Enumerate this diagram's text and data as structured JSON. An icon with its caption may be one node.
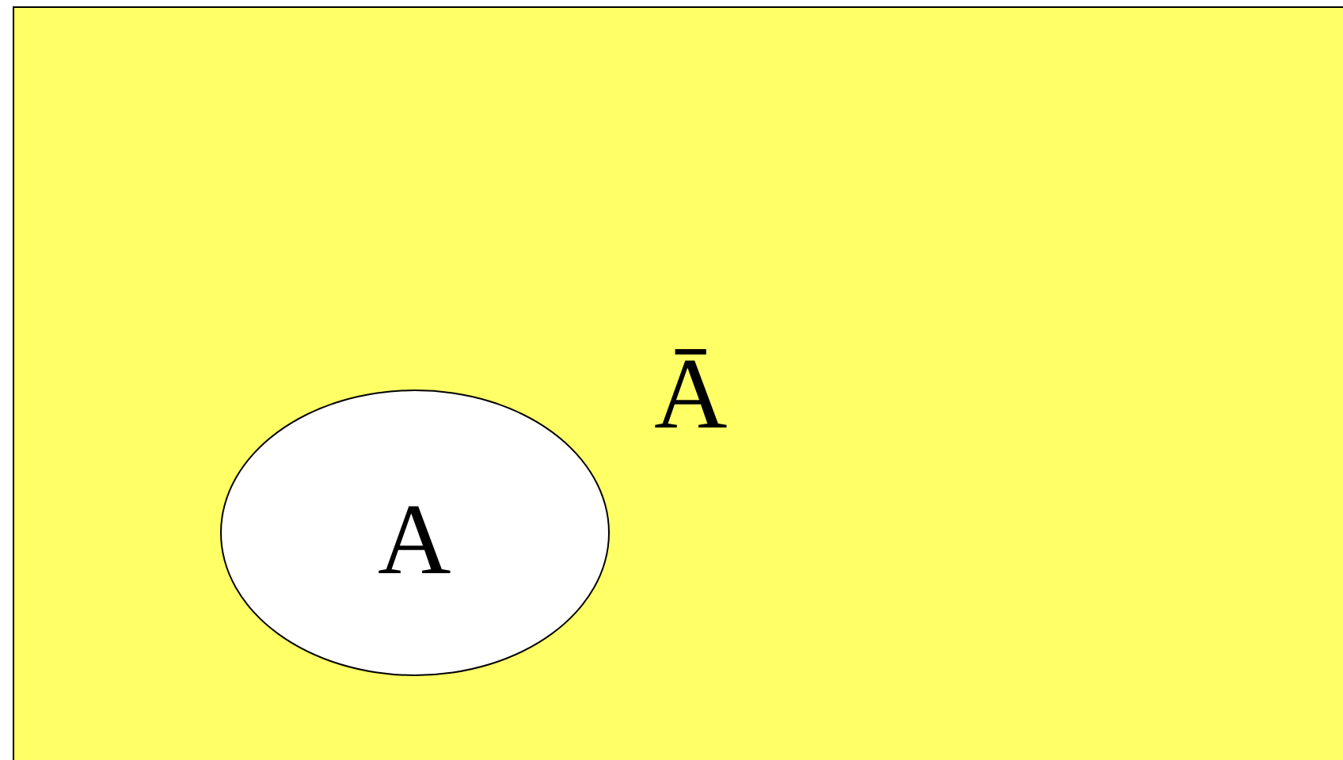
{
  "diagram": {
    "nodes": [
      {
        "text": [
          "Ā"
        ]
      },
      {
        "text": [
          "A"
        ],
        "in": 0
      }
    ]
  }
}
